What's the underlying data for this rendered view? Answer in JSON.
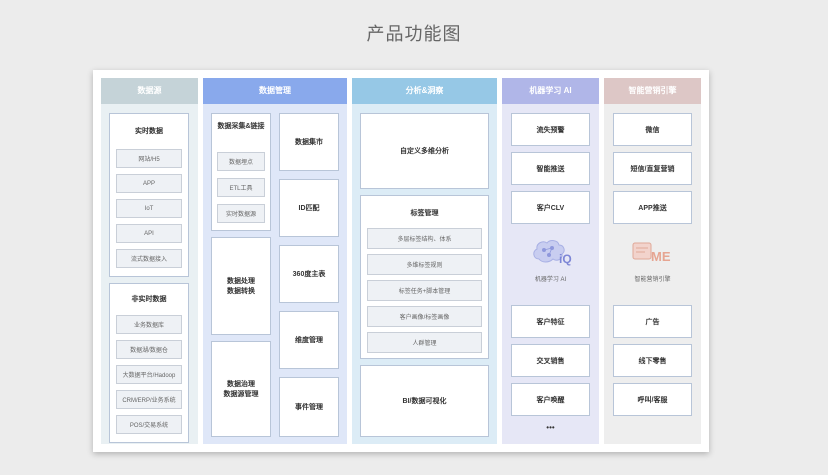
{
  "page_title": "产品功能图",
  "columns": {
    "datasource": {
      "header": "数据源",
      "header_color": "#c5d3d8",
      "body_color": "#e9f0f3",
      "realtime": {
        "title": "实时数据",
        "items": [
          "网站/H5",
          "APP",
          "IoT",
          "API",
          "流式数据接入"
        ]
      },
      "offline": {
        "title": "非实时数据",
        "items": [
          "业务数据库",
          "数据湖/数据仓",
          "大数据平台/Hadoop",
          "CRM/ERP/业务系统",
          "POS/交易系统"
        ]
      }
    },
    "datamgmt": {
      "header": "数据管理",
      "header_color": "#89a9ec",
      "body_color": "#dfe7f8",
      "collect": {
        "title": "数据采集&链接",
        "items": [
          "数据埋点",
          "ETL工具",
          "实时数据源"
        ]
      },
      "process": "数据处理\n数据转换",
      "govern": "数据治理\n数据源管理",
      "right": [
        "数据集市",
        "ID匹配",
        "360度主表",
        "维度管理",
        "事件管理"
      ]
    },
    "analysis": {
      "header": "分析&洞察",
      "header_color": "#96c8e6",
      "body_color": "#dcecf6",
      "multi": "自定义多维分析",
      "tag": {
        "title": "标签管理",
        "items": [
          "多层标签结构、体系",
          "多维标签规则",
          "标签任务+脚本管理",
          "客户画像/标签画像",
          "人群管理"
        ]
      },
      "bi": "BI/数据可视化"
    },
    "ml": {
      "header": "机器学习 AI",
      "header_color": "#b0b6e8",
      "body_color": "#e6e7f6",
      "top": [
        "流失预警",
        "智能推送",
        "客户CLV"
      ],
      "logo_mark": "iQ",
      "logo_caption": "机器学习 AI",
      "bottom": [
        "客户特征",
        "交叉销售",
        "客户唤醒"
      ],
      "more": "•••"
    },
    "marketing": {
      "header": "智能营销引擎",
      "header_color": "#ddc7c6",
      "body_color": "#eeeeee",
      "top": [
        "微信",
        "短信/直复营销",
        "APP推送"
      ],
      "logo_mark": "ME",
      "logo_caption": "智能营销引擎",
      "bottom": [
        "广告",
        "线下零售",
        "呼叫/客服"
      ]
    }
  }
}
